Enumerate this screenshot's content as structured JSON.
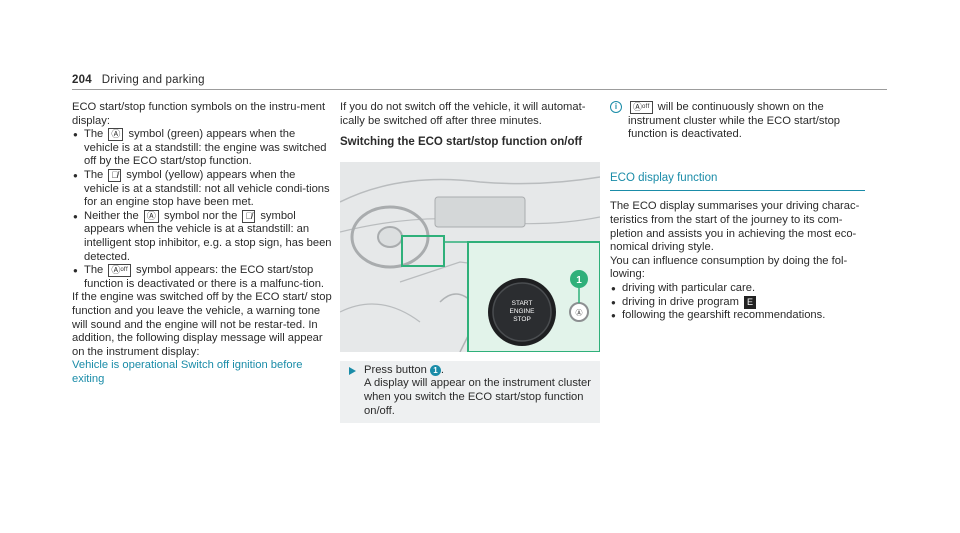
{
  "header": {
    "page_number": "204",
    "section": "Driving and parking"
  },
  "col1": {
    "intro": "ECO start/stop function symbols on the instru-ment display:",
    "bullets": [
      {
        "pre": "The",
        "icon": "Ⓐ",
        "post": "symbol (green) appears when the vehicle is at a standstill: the engine was switched off by the ECO start/stop function."
      },
      {
        "pre": "The",
        "icon": "Ⓐ̸",
        "post": "symbol (yellow) appears when the vehicle is at a standstill: not all vehicle condi-tions for an engine stop have been met."
      },
      {
        "pre": "Neither the",
        "icon": "Ⓐ",
        "mid": "symbol nor the",
        "icon2": "Ⓐ̸",
        "post": "symbol appears when the vehicle is at a standstill: an intelligent stop inhibitor, e.g. a stop sign, has been detected."
      },
      {
        "pre": "The",
        "icon": "Ⓐᵒᶠᶠ",
        "post": "symbol appears: the ECO start/stop function is deactivated or there is a malfunc-tion."
      }
    ],
    "para": "If the engine was switched off by the ECO start/ stop function and you leave the vehicle, a warning tone will sound and the engine will not be restar-ted. In addition, the following display message will appear on the instrument display:",
    "message": "Vehicle is operational Switch off ignition before exiting"
  },
  "col2": {
    "para": "If you do not switch off the vehicle, it will automat-ically be switched off after three minutes.",
    "subheading": "Switching the ECO start/stop function on/off",
    "figure": {
      "button_line1": "START",
      "button_line2": "ENGINE",
      "button_line3": "STOP",
      "callout": "1"
    },
    "step": {
      "pre": "Press button",
      "num": "1",
      "post": ".",
      "result": "A display will appear on the instrument cluster when you switch the ECO start/stop function on/off."
    }
  },
  "col3": {
    "info_icon": "i",
    "info_symbol": "Ⓐᵒᶠᶠ",
    "info_text": "will be continuously shown on the instrument cluster while the ECO start/stop function is deactivated.",
    "section_title": "ECO display function",
    "para1": "The ECO display summarises your driving charac-teristics from the start of the journey to its com-pletion and assists you in achieving the most eco-nomical driving style.",
    "para2": "You can influence consumption by doing the fol-lowing:",
    "bullets": [
      {
        "text": "driving with particular care."
      },
      {
        "text": "driving in drive program",
        "icon": "E"
      },
      {
        "text": "following the gearshift recommendations."
      }
    ]
  },
  "colors": {
    "accent": "#1a8ca8",
    "figure_highlight": "#2fb07a"
  }
}
